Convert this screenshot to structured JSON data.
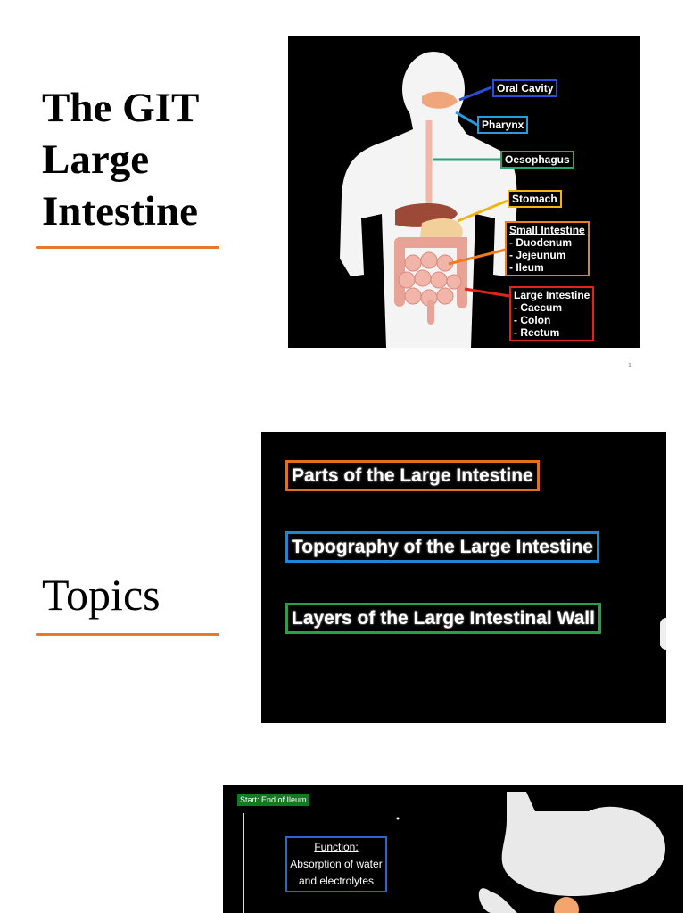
{
  "slide1": {
    "title_lines": [
      "The GIT",
      "Large",
      "Intestine"
    ],
    "underline_color": "#e8782f",
    "page_number": "1",
    "labels": {
      "oral_cavity": "Oral Cavity",
      "pharynx": "Pharynx",
      "oesophagus": "Oesophagus",
      "stomach": "Stomach",
      "small_intestine": {
        "heading": "Small Intestine",
        "items": [
          "- Duodenum",
          "- Jejeunum",
          "- Ileum"
        ]
      },
      "large_intestine": {
        "heading": "Large Intestine",
        "items": [
          "- Caecum",
          "- Colon",
          "- Rectum"
        ]
      }
    },
    "colors": {
      "oral_cavity": "#2b4fd6",
      "pharynx": "#2a9ae0",
      "oesophagus": "#22a872",
      "stomach": "#f0b416",
      "small_intestine": "#f07c1a",
      "large_intestine": "#e0241c"
    }
  },
  "slide2": {
    "heading": "Topics",
    "topics": [
      {
        "label": "Parts of the Large Intestine",
        "color": "#e0721f"
      },
      {
        "label": "Topography of the Large Intestine",
        "color": "#1f86d6"
      },
      {
        "label": "Layers of the Large Intestinal Wall",
        "color": "#27a04a"
      }
    ]
  },
  "slide3": {
    "start_tag": "Start: End of Ileum",
    "function": {
      "heading": "Function:",
      "lines": [
        "Absorption of water",
        "and electrolytes"
      ]
    },
    "colors": {
      "tag": "#127a1f",
      "function_border": "#2c66c9"
    }
  }
}
